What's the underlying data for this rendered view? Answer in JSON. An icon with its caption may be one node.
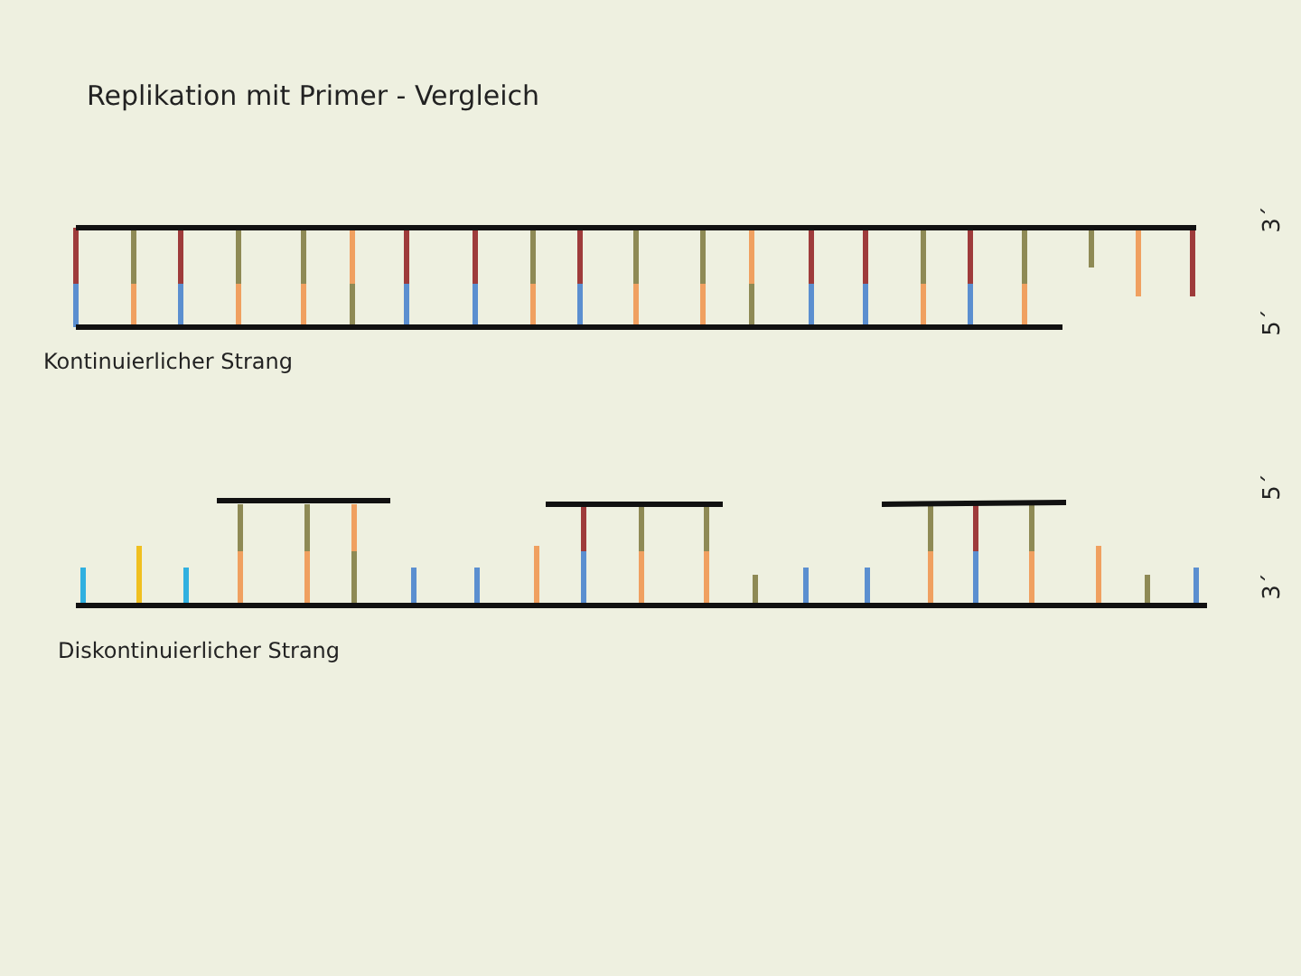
{
  "diagram": {
    "title": "Replikation  mit Primer - Vergleich",
    "labels": [
      "3´",
      "5´",
      "Kontinuierlicher Strang",
      "5´",
      "3´",
      "Diskontinuierlicher Strang"
    ]
  }
}
